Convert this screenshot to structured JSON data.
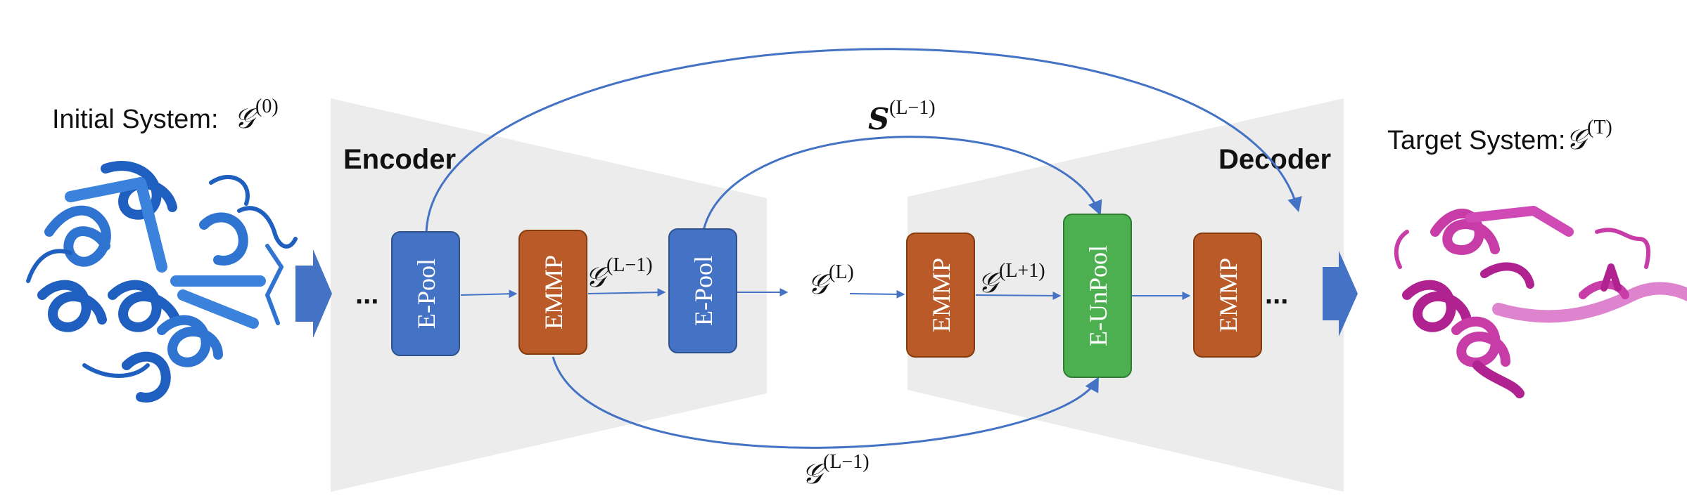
{
  "colors": {
    "blue_block": "#4472C4",
    "orange_block": "#B95A28",
    "green_block": "#4CAF50",
    "arrow": "#4472C4",
    "funnel": "#ECECEC",
    "protein_initial": "#2F74D0",
    "protein_target": "#C83CA8"
  },
  "labels": {
    "initial_system": "Initial System:",
    "target_system": "Target System:",
    "encoder": "Encoder",
    "decoder": "Decoder",
    "ellipsis": "...",
    "graph_symbol": "𝒢",
    "skip_symbol": "𝑺",
    "sup_0": "(0)",
    "sup_T": "(T)",
    "sup_L": "(L)",
    "sup_Lm1": "(L−1)",
    "sup_Lp1": "(L+1)"
  },
  "blocks": [
    {
      "id": "epool1",
      "label": "E-Pool",
      "kind": "blue"
    },
    {
      "id": "emmp1",
      "label": "EMMP",
      "kind": "orange"
    },
    {
      "id": "epool2",
      "label": "E-Pool",
      "kind": "blue"
    },
    {
      "id": "emmp2",
      "label": "EMMP",
      "kind": "orange"
    },
    {
      "id": "eunpool",
      "label": "E-UnPool",
      "kind": "green"
    },
    {
      "id": "emmp3",
      "label": "EMMP",
      "kind": "orange"
    }
  ],
  "icons": {
    "initial_protein": "protein-structure-icon",
    "target_protein": "protein-structure-icon",
    "input_arrow": "block-arrow-right-icon",
    "output_arrow": "block-arrow-right-icon"
  }
}
